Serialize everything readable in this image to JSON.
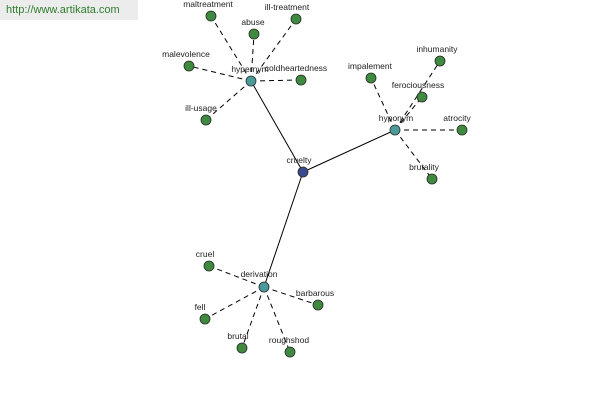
{
  "watermark": "http://www.artikata.com",
  "colors": {
    "root": "#3b4a8c",
    "hub": "#4a9a9a",
    "leaf": "#3e8a3e",
    "stroke": "#2a2a2a"
  },
  "root": {
    "label": "cruelty"
  },
  "hubs": [
    {
      "id": "hypernym-1",
      "label": "hypernym",
      "leaves": [
        "maltreatment",
        "abuse",
        "ill-treatment",
        "malevolence",
        "coldheartedness",
        "ill-usage"
      ]
    },
    {
      "id": "hyponym-1",
      "label": "hyponym",
      "leaves": [
        "impalement",
        "inhumanity",
        "ferociousness",
        "atrocity",
        "brutality"
      ]
    },
    {
      "id": "derivation-1",
      "label": "derivation",
      "leaves": [
        "cruel",
        "barbarous",
        "fell",
        "brutal",
        "roughshod"
      ]
    }
  ]
}
